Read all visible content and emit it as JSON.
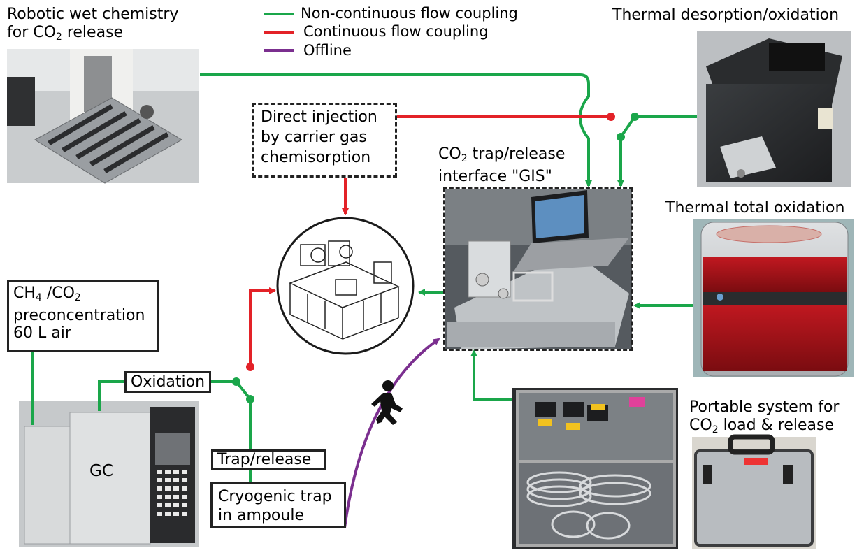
{
  "legend": {
    "items": [
      {
        "label": "Non-continuous flow coupling",
        "color": "#1aa64a"
      },
      {
        "label": "Continuous flow coupling",
        "color": "#e32228"
      },
      {
        "label": "Offline",
        "color": "#7b2f8f"
      }
    ]
  },
  "nodes": {
    "robotic": {
      "line1": "Robotic wet chemistry",
      "line2_pre": "for CO",
      "line2_sub": "2",
      "line2_post": " release"
    },
    "thermal_desorption": {
      "label": "Thermal desorption/oxidation"
    },
    "thermal_total": {
      "label": "Thermal total oxidation"
    },
    "direct_injection": {
      "line1": "Direct injection",
      "line2": "by carrier gas",
      "line3": "chemisorption"
    },
    "gis": {
      "line1_pre": "CO",
      "line1_sub": "2",
      "line1_post": " trap/release",
      "line2": "interface \"GIS\""
    },
    "preconcentration": {
      "ch": "CH",
      "ch_sub": "4",
      "co": " /CO",
      "co_sub": "2",
      "line2": "preconcentration",
      "line3": "60 L air"
    },
    "oxidation": {
      "label": "Oxidation"
    },
    "trap_release": {
      "label": "Trap/release"
    },
    "cryogenic": {
      "line1": "Cryogenic trap",
      "line2": "in ampoule"
    },
    "gc": {
      "label": "GC"
    },
    "portable": {
      "line1": "Portable system for",
      "line2_pre": "CO",
      "line2_sub": "2",
      "line2_post": " load & release"
    }
  },
  "colors": {
    "green": "#1aa64a",
    "red": "#e32228",
    "purple": "#7b2f8f"
  }
}
